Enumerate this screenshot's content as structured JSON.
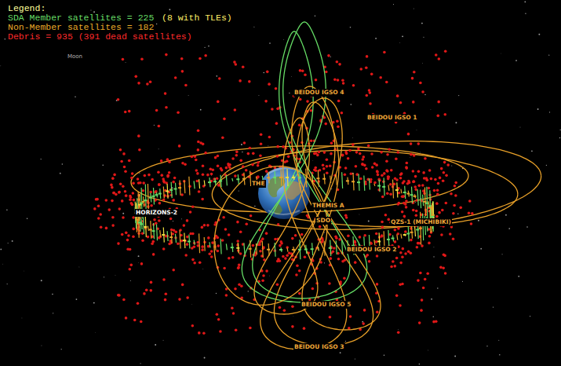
{
  "diagram": {
    "labels": [
      "Legend:",
      "(8 with TLEs)",
      "Moon",
      "BEIDOU IGSO 4",
      "BEIDOU IGSO 1",
      "THE",
      "THEMIS A",
      "SDO",
      "QZS-1 (MICHIBIKI)",
      "HORIZONS-2",
      "BEIDOU IGSO 2",
      "BEIDOU IGSO 5",
      "BEIDOU IGSO 3"
    ],
    "legend": [
      {
        "text": "SDA Member satellites = 225",
        "color": "#66dd66"
      },
      {
        "text": "Non-Member satellites = 182",
        "color": "#e8a828"
      },
      {
        "text": "Debris = 935 (391 dead satellites)",
        "color": "#ff2a2a"
      }
    ]
  }
}
